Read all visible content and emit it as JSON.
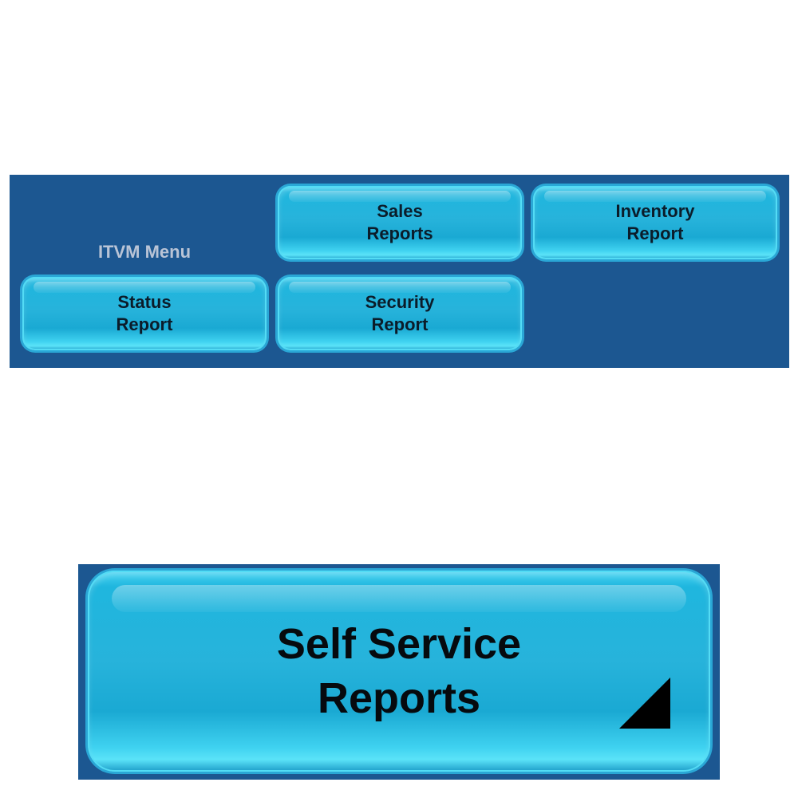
{
  "menu": {
    "title": "ITVM Menu",
    "buttons": [
      {
        "line1": "Sales",
        "line2": "Reports"
      },
      {
        "line1": "Inventory",
        "line2": "Report"
      },
      {
        "line1": "Status",
        "line2": "Report"
      },
      {
        "line1": "Security",
        "line2": "Report"
      }
    ]
  },
  "self_service": {
    "line1": "Self Service",
    "line2": "Reports",
    "corner_icon": "dropdown-corner-triangle-icon"
  },
  "colors": {
    "panel_bg": "#1c5791",
    "button_cyan": "#27b3db",
    "menu_title": "#b9c4d6"
  }
}
